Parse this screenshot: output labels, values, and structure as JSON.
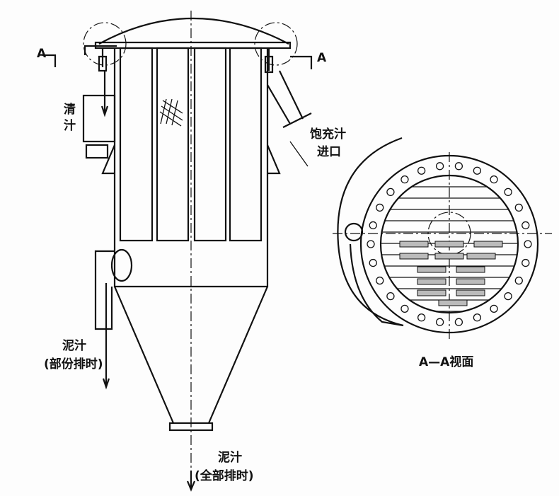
{
  "labels": {
    "section_mark_left": "A",
    "section_mark_right": "A",
    "clear_juice": [
      "清",
      "汁"
    ],
    "inlet": [
      "饱充汁",
      "进口"
    ],
    "mud_partial": [
      "泥汁",
      "(部份排时)"
    ],
    "mud_full": [
      "泥汁",
      "(全部排时)"
    ],
    "section_view": "A—A视面"
  }
}
